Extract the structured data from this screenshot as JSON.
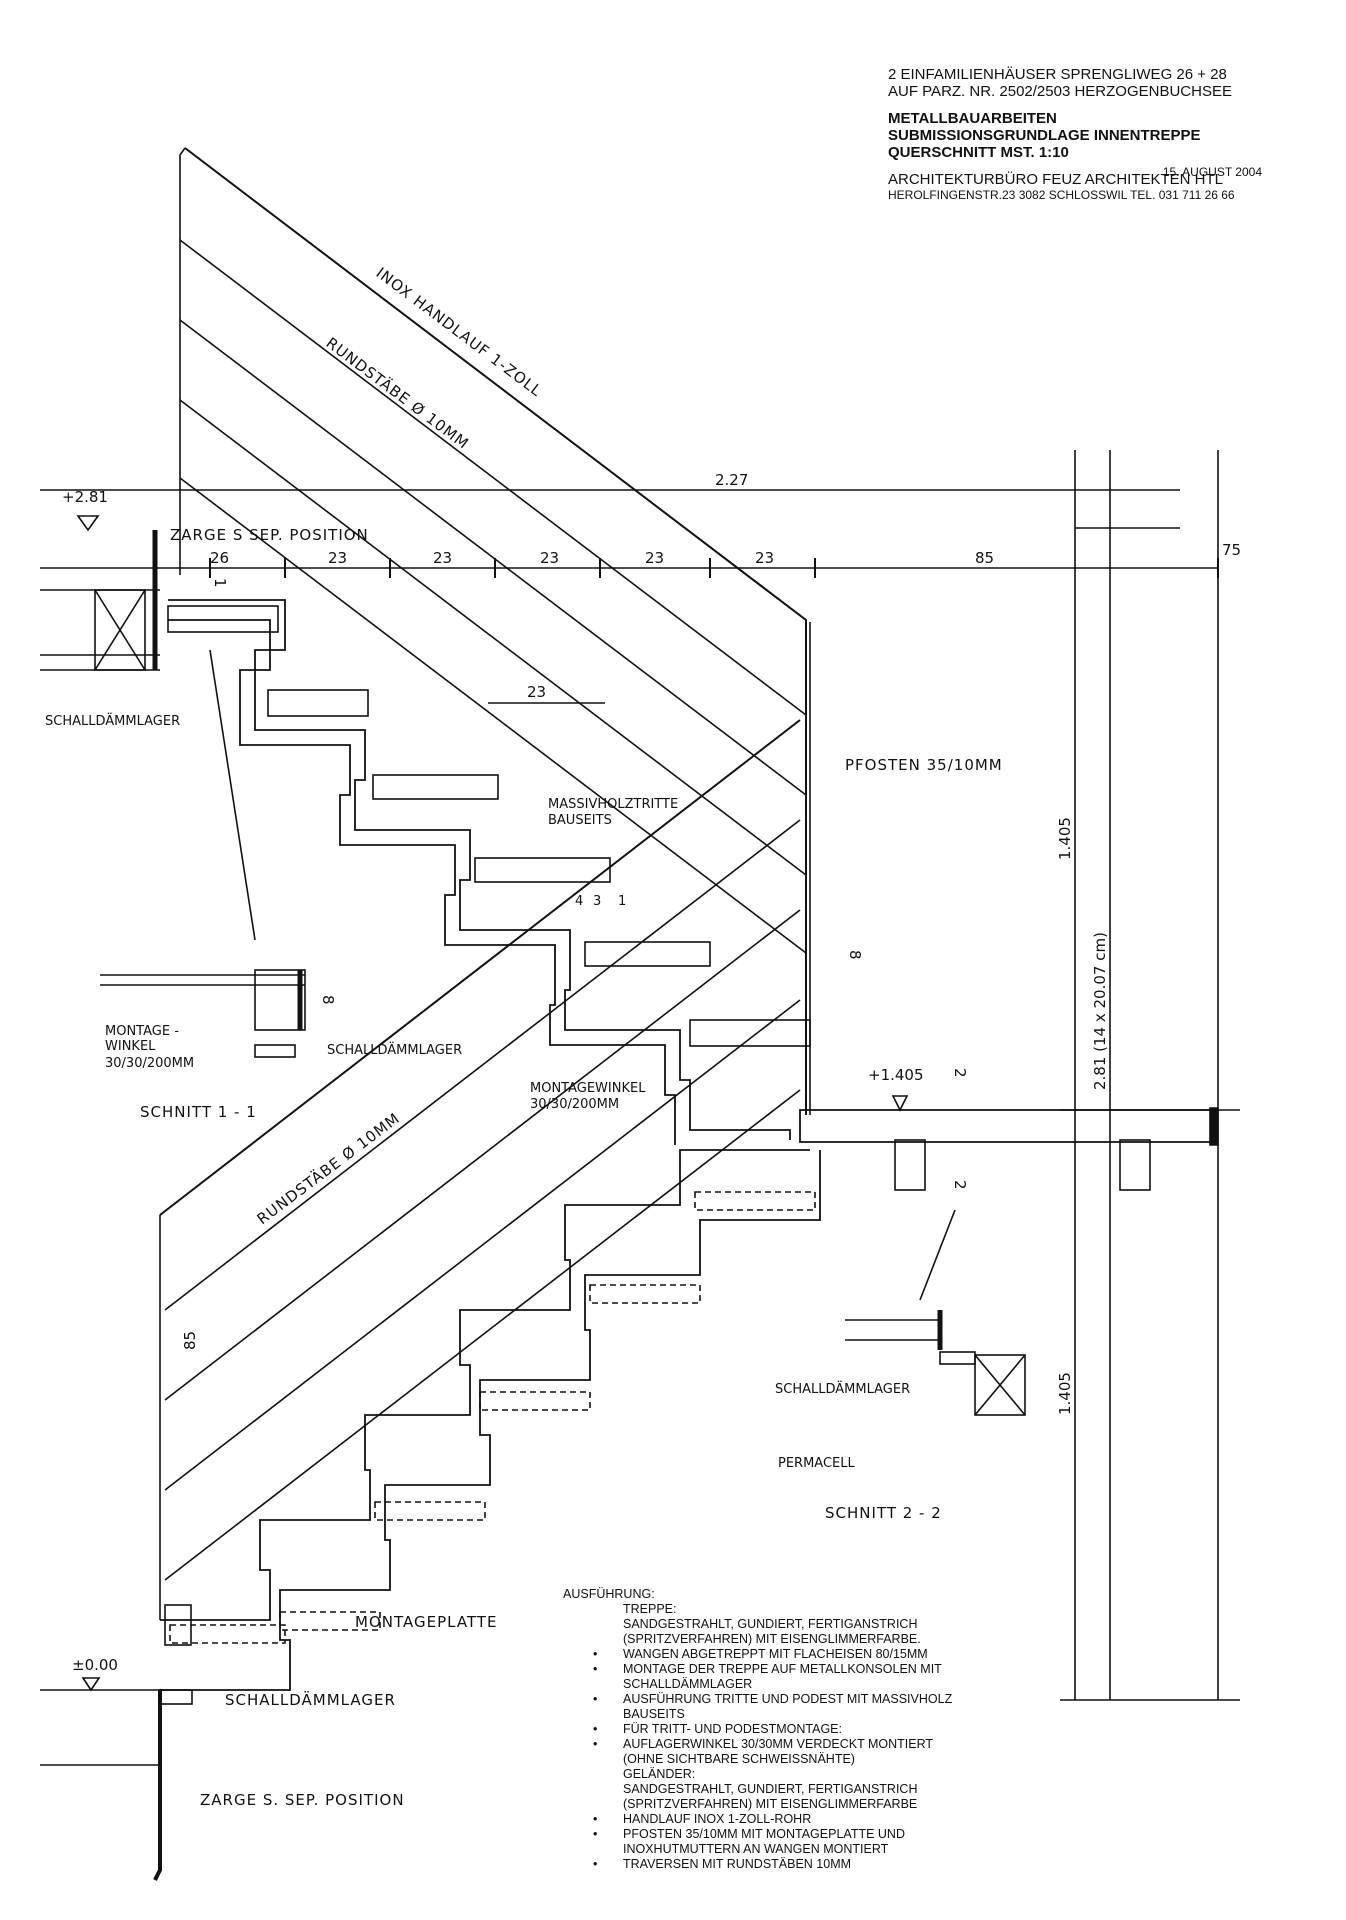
{
  "title_block": {
    "project_line1": "2 EINFAMILIENHÄUSER   SPRENGLIWEG 26 + 28",
    "project_line2": "AUF PARZ. NR. 2502/2503  HERZOGENBUCHSEE",
    "work_line1": "METALLBAUARBEITEN",
    "work_line2": "SUBMISSIONSGRUNDLAGE INNENTREPPE",
    "work_line3": "QUERSCHNITT   MST. 1:10",
    "date": "15. AUGUST 2004",
    "office": "ARCHITEKTURBÜRO FEUZ    ARCHITEKTEN HTL",
    "address": "HEROLFINGENSTR.23 3082 SCHLOSSWIL  TEL. 031 711 26 66"
  },
  "labels": {
    "handrail": "INOX HANDLAUF 1-ZOLL",
    "bars_upper": "RUNDSTÄBE Ø 10MM",
    "bars_lower": "RUNDSTÄBE Ø 10MM",
    "zarge_top": "ZARGE S  SEP. POSITION",
    "schalldamm_left": "SCHALLDÄMMLAGER",
    "pfosten": "PFOSTEN 35/10MM",
    "massivholz_1": "MASSIVHOLZTRITTE",
    "massivholz_2": "BAUSEITS",
    "montage_winkel_left_1": "MONTAGE -",
    "montage_winkel_left_2": "WINKEL",
    "montage_winkel_left_3": "30/30/200MM",
    "schalldamm_detail": "SCHALLDÄMMLAGER",
    "montagewinkel_mid_1": "MONTAGEWINKEL",
    "montagewinkel_mid_2": "30/30/200MM",
    "schnitt_1": "SCHNITT 1 - 1",
    "schnitt_2": "SCHNITT  2 - 2",
    "schalldamm_right": "SCHALLDÄMMLAGER",
    "permacell": "PERMACELL",
    "montageplatte": "MONTAGEPLATTE",
    "schalldamm_bottom": "SCHALLDÄMMLAGER",
    "zarge_bottom": "ZARGE  S. SEP. POSITION"
  },
  "levels": {
    "top": "+2.81",
    "landing": "+1.405",
    "ground": "±0.00"
  },
  "dimensions": {
    "total_width": "2.27",
    "treads": [
      "26",
      "23",
      "23",
      "23",
      "23",
      "23"
    ],
    "landing_depth": "85",
    "end_depth": "75",
    "tread_detail": "23",
    "small_a": "4",
    "small_b": "3",
    "small_c": "1",
    "bracket_h": "8",
    "height_upper": "1.405",
    "height_total": "2.81  (14 x 20.07 cm)",
    "height_lower": "1.405",
    "rail_height": "85",
    "small_vert_1": "1",
    "small_vert_2": "2",
    "small_vert_3": "2",
    "detail_h": "8"
  },
  "notes": {
    "heading": "AUSFÜHRUNG:",
    "treppe_heading": "TREPPE:",
    "treppe_text_1": "SANDGESTRAHLT, GUNDIERT, FERTIGANSTRICH",
    "treppe_text_2": "(SPRITZVERFAHREN) MIT EISENGLIMMERFARBE.",
    "items": [
      "WANGEN ABGETREPPT MIT FLACHEISEN 80/15MM",
      "MONTAGE DER TREPPE AUF METALLKONSOLEN MIT",
      "SCHALLDÄMMLAGER",
      "AUSFÜHRUNG TRITTE UND PODEST MIT MASSIVHOLZ",
      "BAUSEITS",
      "FÜR TRITT- UND PODESTMONTAGE:",
      "AUFLAGERWINKEL 30/30MM VERDECKT MONTIERT",
      "(OHNE SICHTBARE SCHWEISSNÄHTE)",
      "GELÄNDER:",
      "SANDGESTRAHLT, GUNDIERT, FERTIGANSTRICH",
      "(SPRITZVERFAHREN) MIT EISENGLIMMERFARBE",
      "HANDLAUF INOX 1-ZOLL-ROHR",
      "PFOSTEN 35/10MM MIT MONTAGEPLATTE UND",
      "INOXHUTMUTTERN AN WANGEN MONTIERT",
      "TRAVERSEN MIT RUNDSTÄBEN 10MM"
    ],
    "bullets": [
      true,
      true,
      false,
      true,
      false,
      true,
      true,
      false,
      false,
      false,
      false,
      true,
      true,
      false,
      true
    ]
  }
}
